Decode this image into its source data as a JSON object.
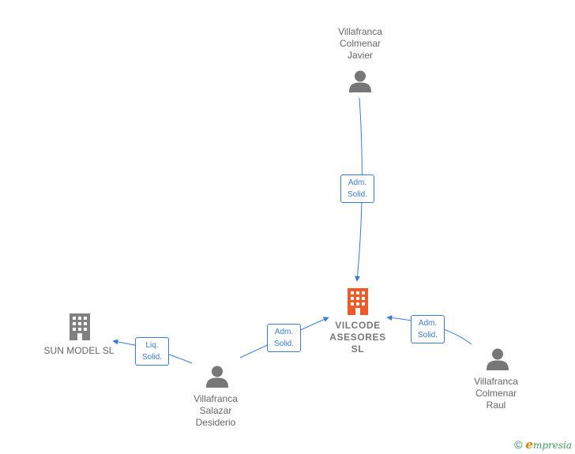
{
  "nodes": {
    "javier": {
      "type": "person",
      "lines": [
        "Villafranca",
        "Colmenar",
        "Javier"
      ]
    },
    "vilcode": {
      "type": "company-main",
      "lines": [
        "VILCODE",
        "ASESORES",
        "SL"
      ]
    },
    "raul": {
      "type": "person",
      "lines": [
        "Villafranca",
        "Colmenar",
        "Raul"
      ]
    },
    "desiderio": {
      "type": "person",
      "lines": [
        "Villafranca",
        "Salazar",
        "Desiderio"
      ]
    },
    "sunmodel": {
      "type": "company",
      "lines": [
        "SUN MODEL SL"
      ]
    }
  },
  "edges": {
    "javier_vilcode": {
      "from": "javier",
      "to": "vilcode",
      "lines": [
        "Adm.",
        "Solid."
      ]
    },
    "raul_vilcode": {
      "from": "raul",
      "to": "vilcode",
      "lines": [
        "Adm.",
        "Solid."
      ]
    },
    "desiderio_vilcode": {
      "from": "desiderio",
      "to": "vilcode",
      "lines": [
        "Adm.",
        "Solid."
      ]
    },
    "desiderio_sunmodel": {
      "from": "desiderio",
      "to": "sunmodel",
      "lines": [
        "Liq.",
        "Solid."
      ]
    }
  },
  "colors": {
    "edge": "#3a7bd5",
    "person_icon": "#777777",
    "company_icon": "#808080",
    "main_company_icon": "#f05a28"
  },
  "footer": {
    "copyright": "©",
    "brand_initial": "e",
    "brand_rest": "mpresia"
  }
}
